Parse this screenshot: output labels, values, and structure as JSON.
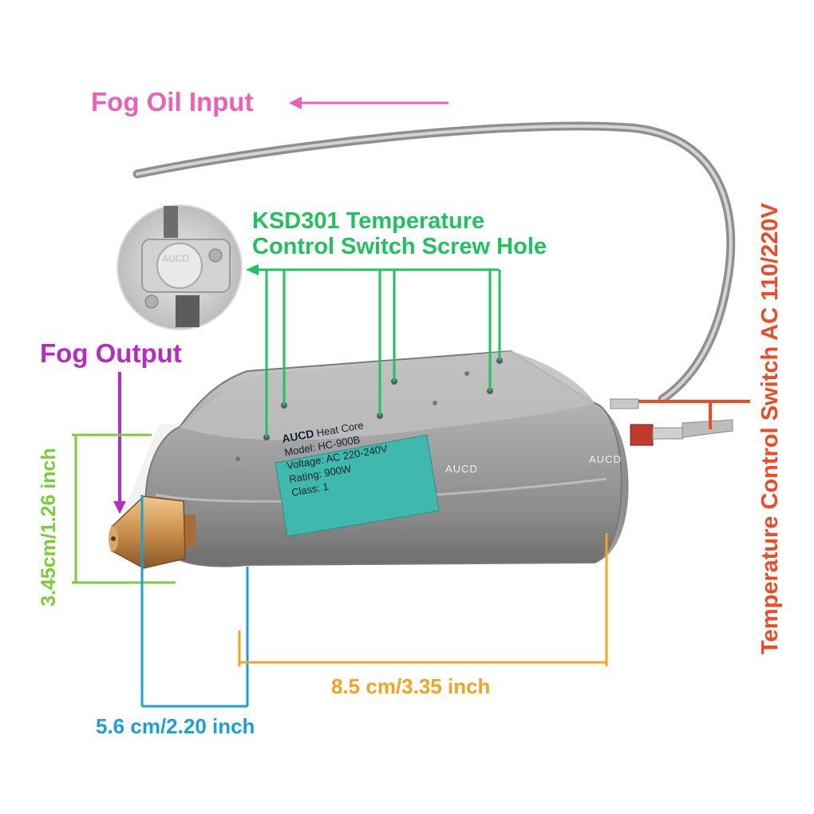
{
  "labels": {
    "fog_oil_input": "Fog Oil Input",
    "ksd_line1": "KSD301 Temperature",
    "ksd_line2": "Control Switch Screw Hole",
    "fog_output": "Fog Output",
    "height_dim": "3.45cm/1.26 inch",
    "length_dim": "8.5 cm/3.35 inch",
    "width_dim": "5.6 cm/2.20 inch",
    "temp_switch": "Temperature Control Switch AC 110/220V"
  },
  "nameplate": {
    "brand": "AUCD",
    "title": "Heat Core",
    "model": "Model: HC-900B",
    "voltage": "Voltage: AC 220-240V",
    "rating": "Rating: 900W",
    "class": "Class: 1"
  },
  "watermark": "AUCD",
  "colors": {
    "fog_oil_input": "#ee5fb6",
    "ksd": "#1fc25d",
    "fog_output": "#b52cbf",
    "height": "#7bcc3a",
    "length": "#f1a41c",
    "width": "#1a9fd6",
    "temp_switch": "#f04a24",
    "nameplate": "#3fb8ad"
  }
}
